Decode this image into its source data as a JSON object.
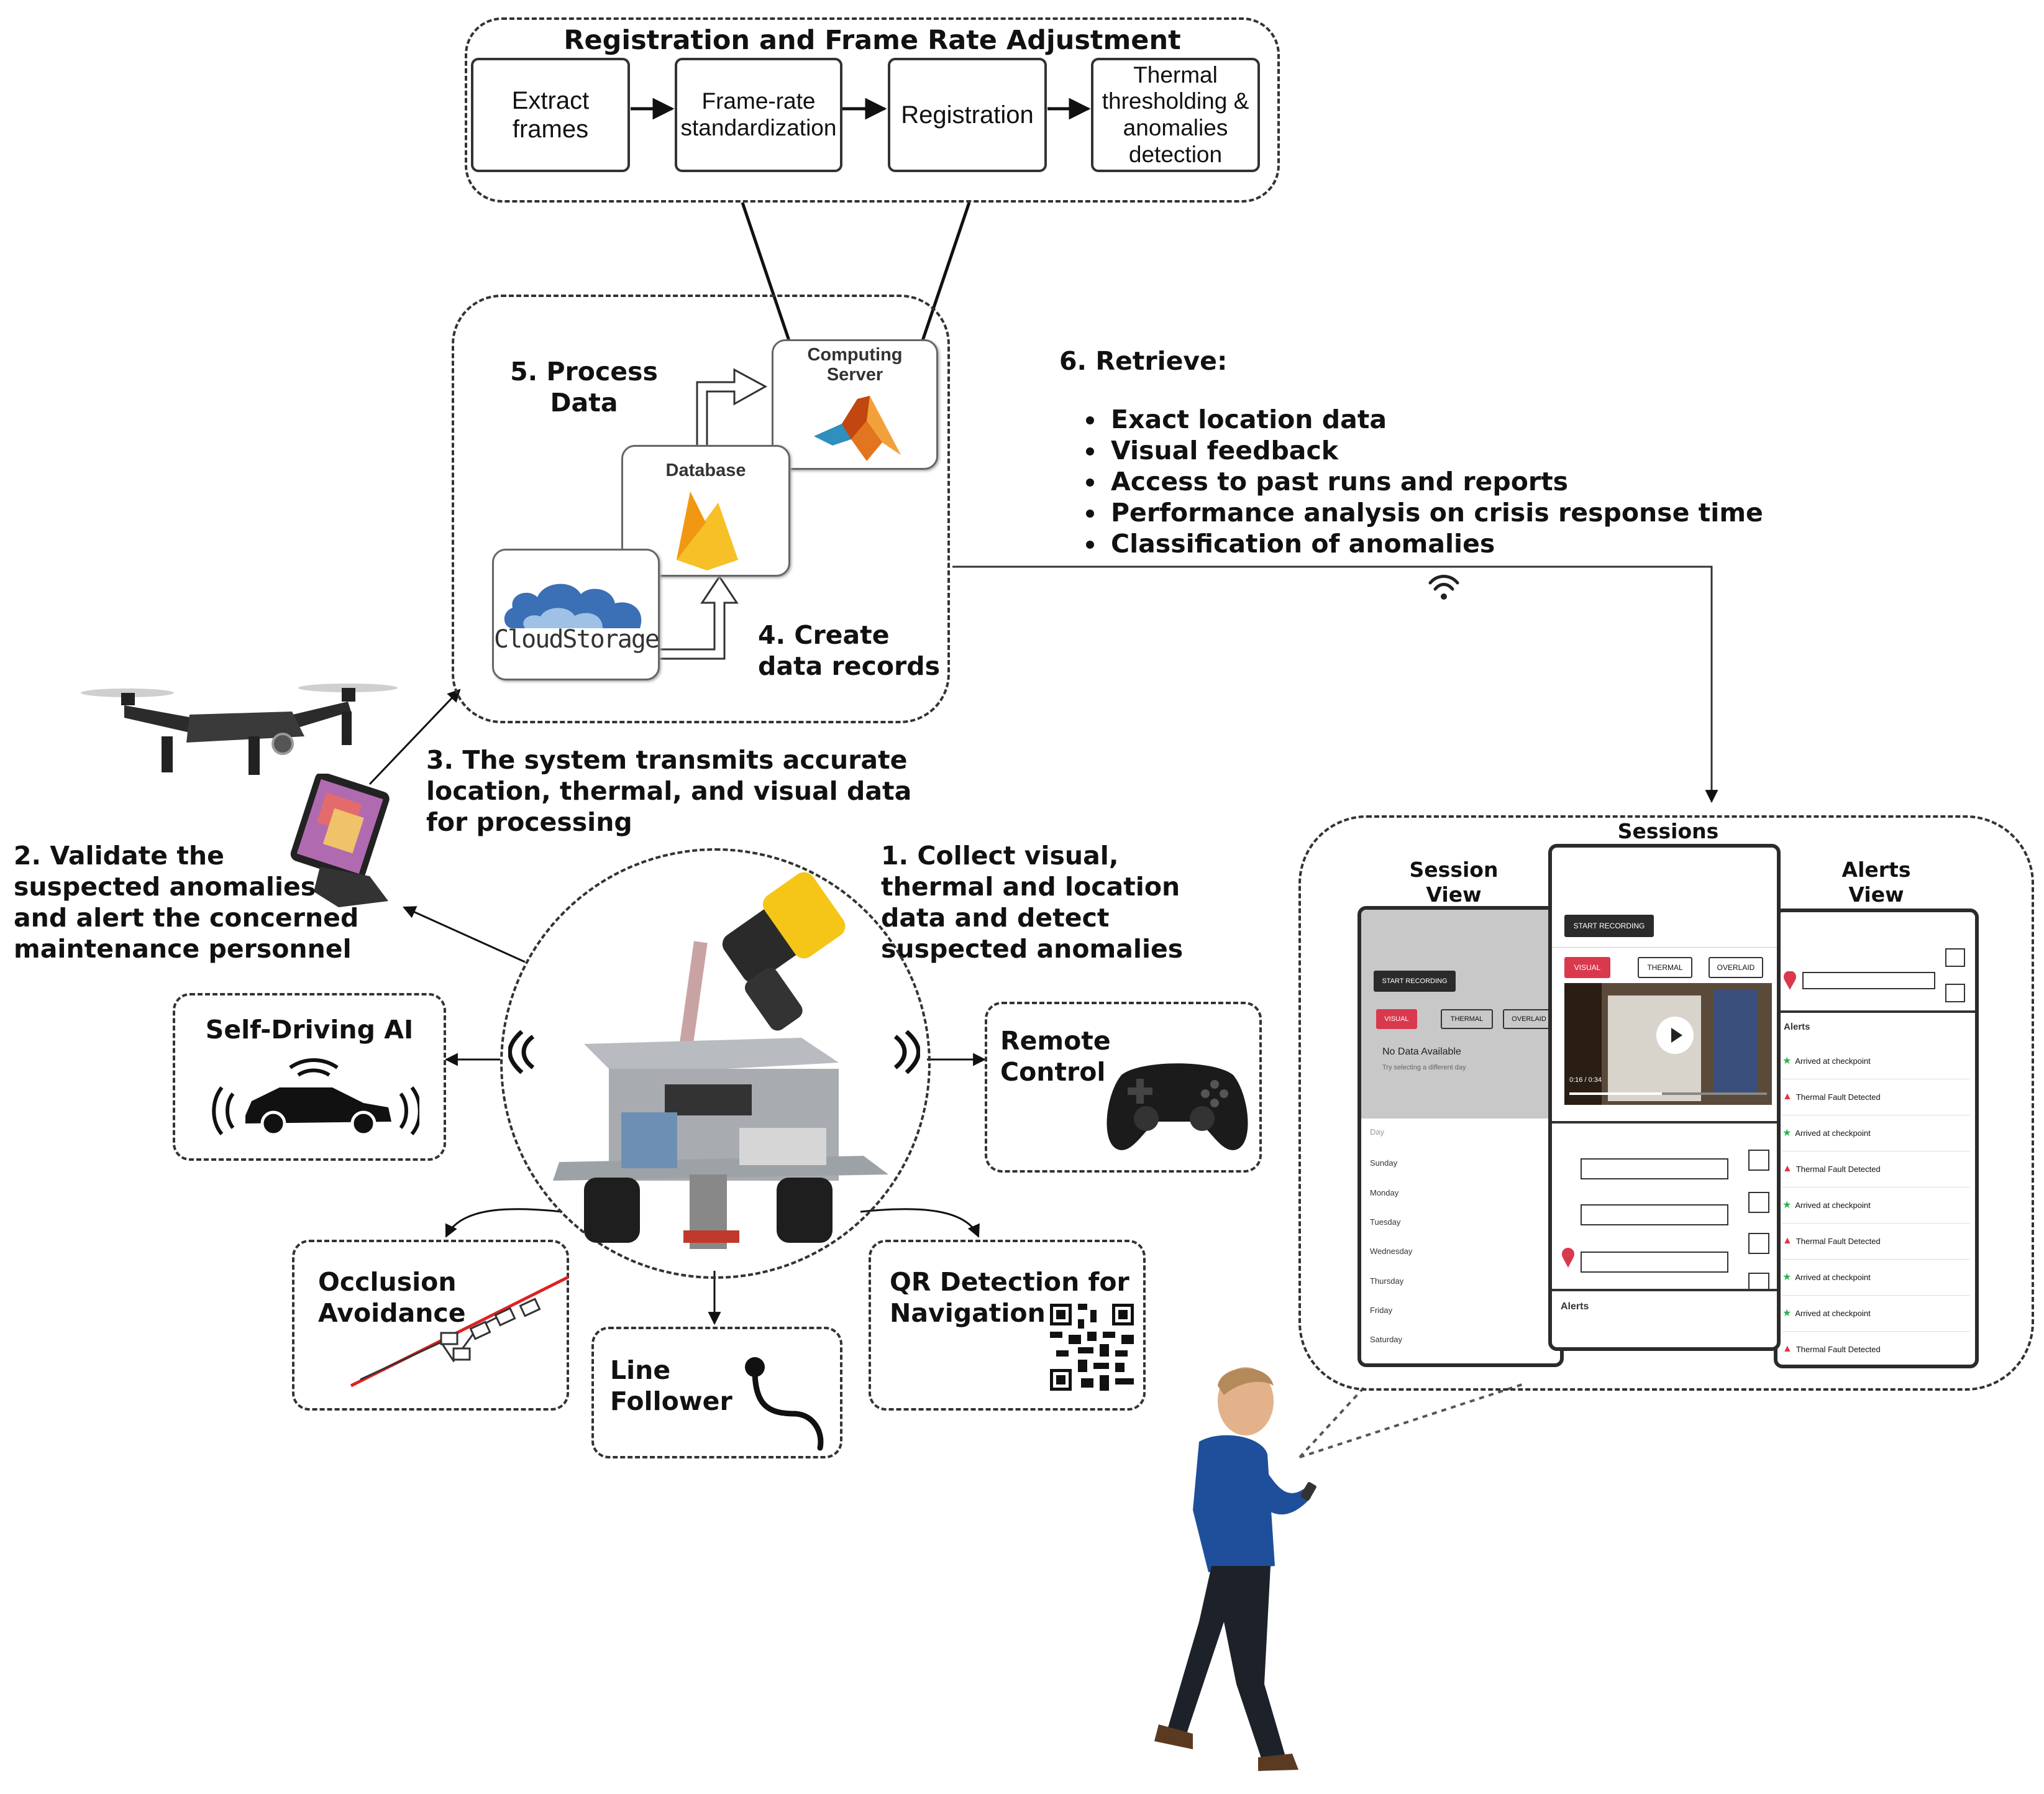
{
  "pipeline": {
    "title": "Registration and Frame Rate Adjustment",
    "steps": [
      "Extract frames",
      "Frame-rate standardization",
      "Registration",
      "Thermal thresholding & anomalies detection"
    ]
  },
  "server_group": {
    "computing_server": "Computing Server",
    "database": "Database",
    "cloud_storage": "CloudStorage",
    "step5": "5. Process\nData",
    "step4": "4. Create\ndata records"
  },
  "retrieve": {
    "title": "6. Retrieve:",
    "items": [
      "Exact location data",
      "Visual feedback",
      "Access to past runs and reports",
      "Performance analysis on crisis response time",
      "Classification of anomalies"
    ]
  },
  "step3": "3. The system transmits accurate\nlocation, thermal, and visual data\nfor processing",
  "step2": "2. Validate the\nsuspected anomalies\nand alert the concerned\nmaintenance personnel",
  "step1": "1. Collect visual,\nthermal and location\ndata and detect\nsuspected anomalies",
  "features": {
    "self_driving": "Self-Driving AI",
    "remote_control": "Remote\nControl",
    "occlusion": "Occlusion\nAvoidance",
    "line_follower": "Line\nFollower",
    "qr": "QR Detection for\nNavigation"
  },
  "app": {
    "sessions_title": "Sessions",
    "session_view_title": "Session\nView",
    "alerts_view_title": "Alerts\nView",
    "start_recording": "START RECORDING",
    "tabs": [
      "VISUAL",
      "THERMAL",
      "OVERLAID"
    ],
    "no_data": "No Data Available",
    "no_data_hint": "Try selecting a different day",
    "days": [
      "Day",
      "Sunday",
      "Monday",
      "Tuesday",
      "Wednesday",
      "Thursday",
      "Friday",
      "Saturday"
    ],
    "video_time": "0:16 / 0:34",
    "alerts_label": "Alerts",
    "alerts": [
      {
        "text": "Arrived at checkpoint",
        "type": "ok"
      },
      {
        "text": "Thermal Fault Detected",
        "type": "fault"
      },
      {
        "text": "Arrived at checkpoint",
        "type": "ok"
      },
      {
        "text": "Thermal Fault Detected",
        "type": "fault"
      },
      {
        "text": "Arrived at checkpoint",
        "type": "ok"
      },
      {
        "text": "Thermal Fault Detected",
        "type": "fault"
      },
      {
        "text": "Arrived at checkpoint",
        "type": "ok"
      },
      {
        "text": "Arrived at checkpoint",
        "type": "ok"
      },
      {
        "text": "Thermal Fault Detected",
        "type": "fault"
      }
    ]
  },
  "colors": {
    "accent_red": "#d9394d",
    "ok_green": "#2bb24c",
    "fault_red": "#e2343d",
    "matlab_orange": "#e2751f",
    "firebase_yellow": "#f6b417",
    "cloud_blue": "#3b6fb6",
    "person_blue": "#1f4f9a"
  }
}
